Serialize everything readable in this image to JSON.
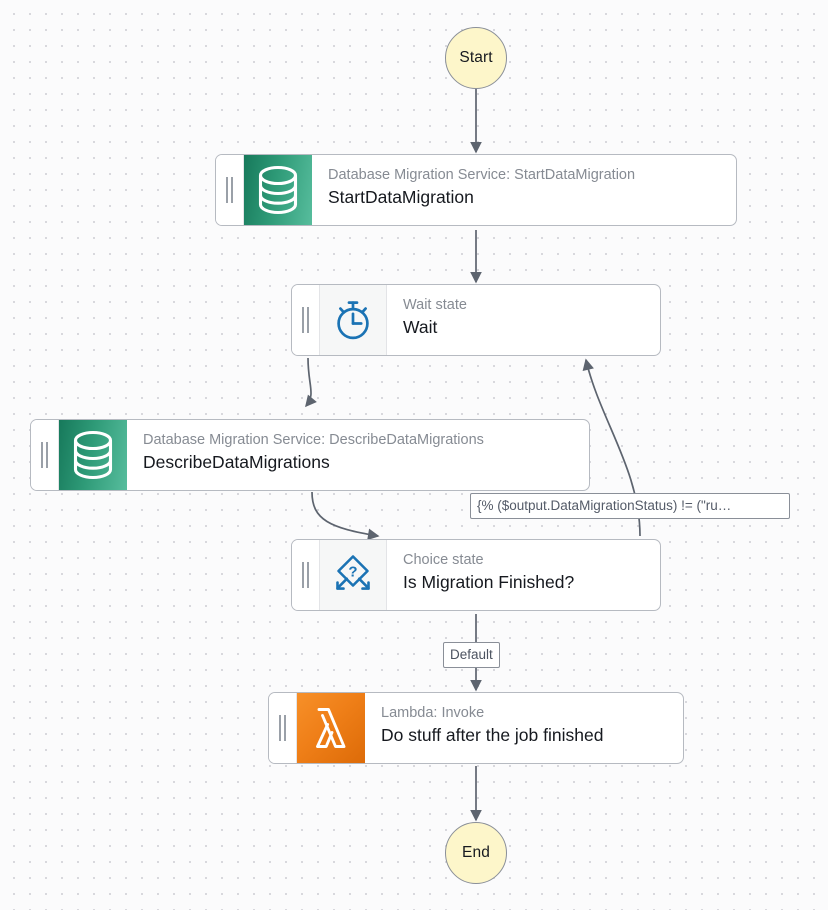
{
  "workflow": {
    "canvas_background": "#fbfbfc",
    "nodes": [
      {
        "id": "start",
        "type": "terminal",
        "label": "Start"
      },
      {
        "id": "start_data_migration",
        "type": "task",
        "icon": "database-icon",
        "accent": "#2e9a77",
        "subtitle": "Database Migration Service: StartDataMigration",
        "title": "StartDataMigration"
      },
      {
        "id": "wait",
        "type": "wait",
        "icon": "stopwatch-icon",
        "accent": "#1b73b4",
        "subtitle": "Wait state",
        "title": "Wait"
      },
      {
        "id": "describe_data_migrations",
        "type": "task",
        "icon": "database-icon",
        "accent": "#2e9a77",
        "subtitle": "Database Migration Service: DescribeDataMigrations",
        "title": "DescribeDataMigrations"
      },
      {
        "id": "is_migration_finished",
        "type": "choice",
        "icon": "choice-diamond-icon",
        "accent": "#1b73b4",
        "subtitle": "Choice state",
        "title": "Is Migration Finished?"
      },
      {
        "id": "do_stuff_after_job",
        "type": "task",
        "icon": "lambda-icon",
        "accent": "#ef7f18",
        "subtitle": "Lambda: Invoke",
        "title": "Do stuff after the job finished"
      },
      {
        "id": "end",
        "type": "terminal",
        "label": "End"
      }
    ],
    "edge_labels": {
      "choice_condition": "{% ($output.DataMigrationStatus) != (\"ru…",
      "choice_default": "Default"
    }
  }
}
